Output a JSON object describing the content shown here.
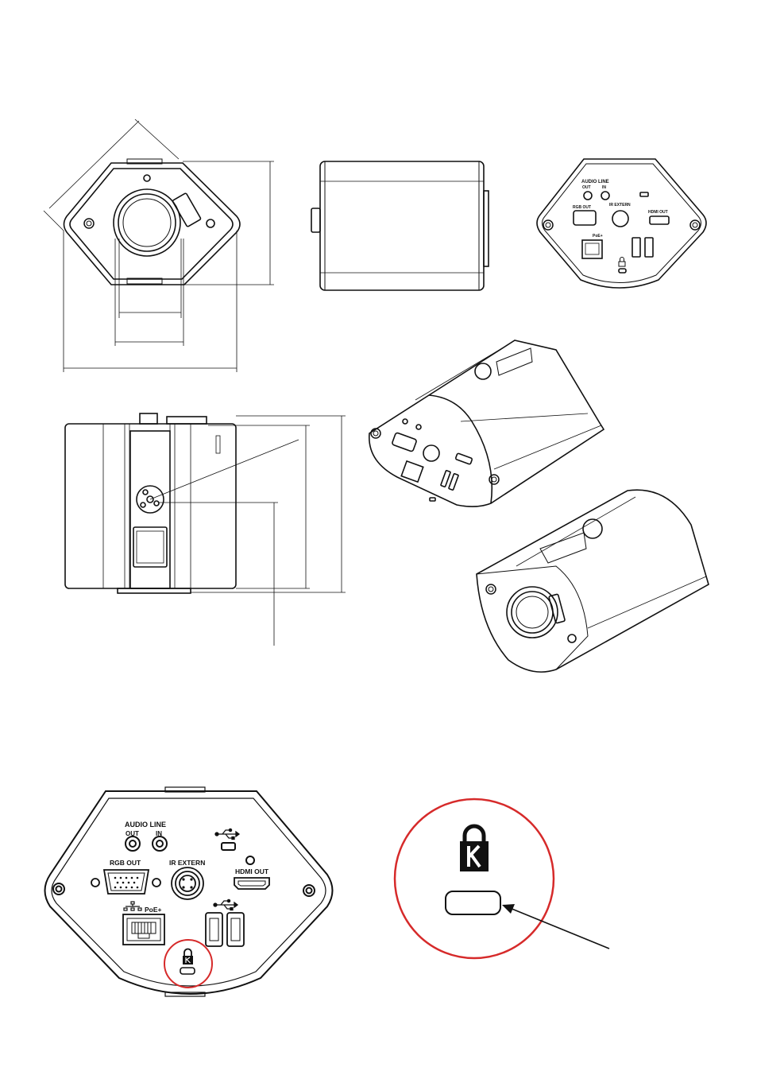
{
  "back_panel_small": {
    "audio_line": "AUDIO LINE",
    "out": "OUT",
    "in": "IN",
    "rgb_out": "RGB OUT",
    "ir_extern": "IR EXTERN",
    "hdmi_out": "HDMI OUT",
    "poe": "PoE+"
  },
  "back_panel_large": {
    "audio_line": "AUDIO LINE",
    "out": "OUT",
    "in": "IN",
    "rgb_out": "RGB OUT",
    "ir_extern": "IR EXTERN",
    "hdmi_out": "HDMI OUT",
    "poe": "PoE+"
  },
  "highlight": {
    "color": "#d62a2a",
    "subject": "kensington-lock-slot"
  },
  "icons": [
    "kensington-lock-icon",
    "usb-icon",
    "network-icon",
    "warning-triangle-icon",
    "audio-jack-icon",
    "vga-port-icon",
    "hdmi-port-icon",
    "rj45-port-icon",
    "usb-a-port-icon"
  ]
}
